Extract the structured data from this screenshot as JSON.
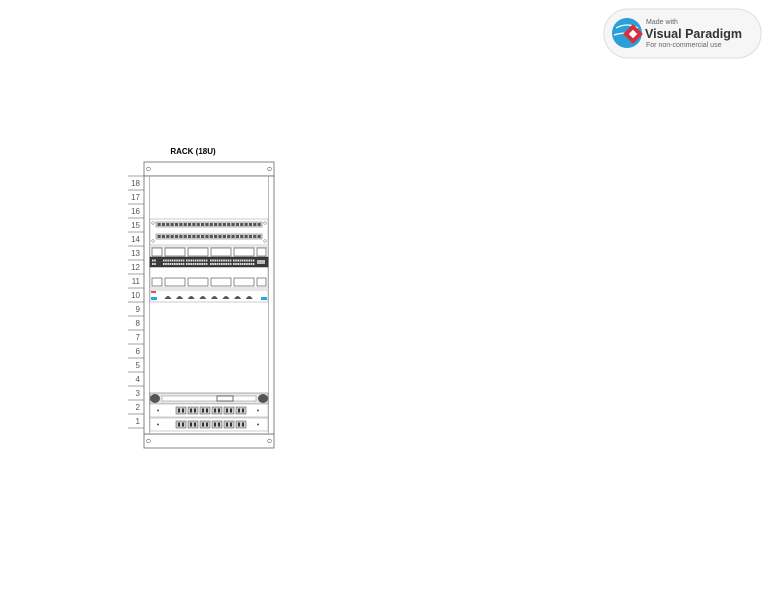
{
  "watermark": {
    "line1": "Made with",
    "line2": "Visual Paradigm",
    "line3": "For non-commercial use",
    "colors": {
      "red": "#d8303a",
      "blue": "#2b9fd8"
    }
  },
  "rack": {
    "title": "RACK (18U)",
    "units": [
      "18",
      "17",
      "16",
      "15",
      "14",
      "13",
      "12",
      "11",
      "10",
      "9",
      "8",
      "7",
      "6",
      "5",
      "4",
      "3",
      "2",
      "1"
    ],
    "devices": [
      {
        "name": "patch-panel",
        "units": [
          15,
          14
        ]
      },
      {
        "name": "network-switch",
        "units": [
          13,
          12,
          11
        ]
      },
      {
        "name": "cable-manager",
        "units": [
          10
        ]
      },
      {
        "name": "rack-shelf",
        "units": [
          3
        ]
      },
      {
        "name": "power-distribution-unit",
        "units": [
          2
        ]
      },
      {
        "name": "power-distribution-unit",
        "units": [
          1
        ]
      }
    ],
    "colors": {
      "frame": "#666666",
      "switch_body": "#3a3a3a",
      "accent_blue": "#2aa7e0",
      "accent_red": "#e05050"
    }
  }
}
